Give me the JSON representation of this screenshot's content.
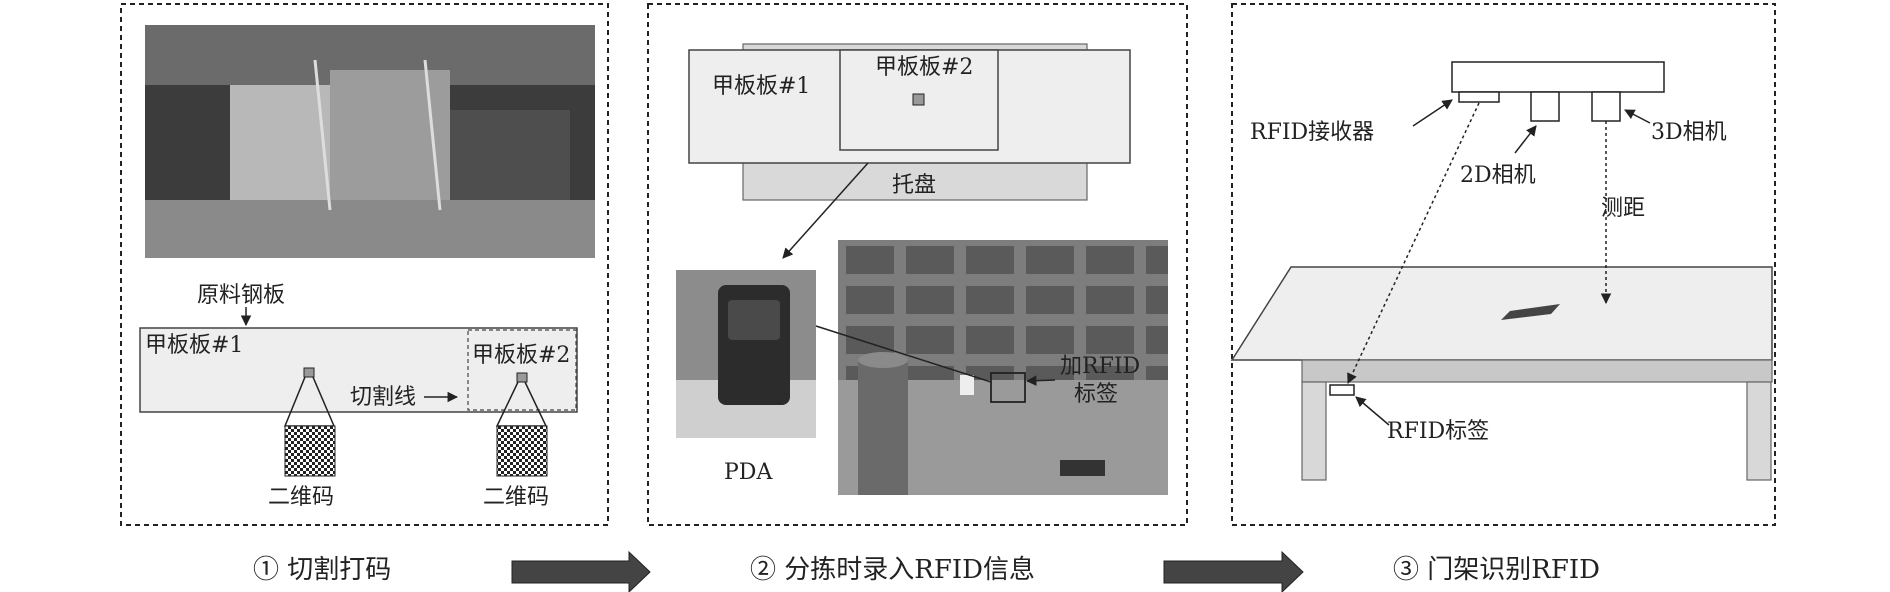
{
  "panel1": {
    "raw_plate_label": "原料钢板",
    "plate1_label": "甲板板#1",
    "plate2_label": "甲板板#2",
    "cut_line_label": "切割线",
    "qr1_label": "二维码",
    "qr2_label": "二维码"
  },
  "panel2": {
    "plate1_label": "甲板板#1",
    "plate2_label": "甲板板#2",
    "tray_label": "托盘",
    "pda_label": "PDA",
    "add_rfid_line1": "加RFID",
    "add_rfid_line2": "标签"
  },
  "panel3": {
    "receiver_label": "RFID接收器",
    "camera2d_label": "2D相机",
    "camera3d_label": "3D相机",
    "ranging_label": "测距",
    "tag_label": "RFID标签"
  },
  "steps": [
    {
      "label": "① 切割打码"
    },
    {
      "label": "② 分拣时录入RFID信息"
    },
    {
      "label": "③ 门架识别RFID"
    }
  ]
}
